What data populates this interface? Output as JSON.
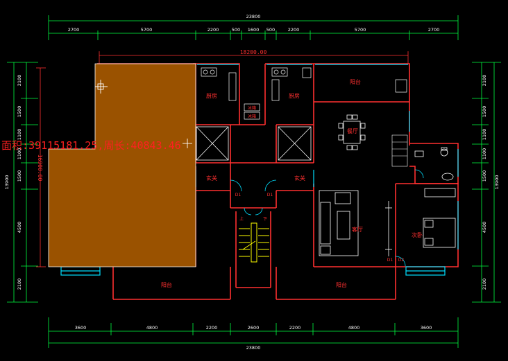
{
  "overlay": {
    "area_readout": "面积:39115181.25,周长:40843.46"
  },
  "dimensions": {
    "top_total": "23800",
    "top_segments": [
      "2700",
      "5700",
      "2200",
      "500",
      "1600",
      "500",
      "2200",
      "5700",
      "2700"
    ],
    "inner_red": "18200.00",
    "vertical_red": "16900.00",
    "bottom_segments": [
      "3600",
      "4800",
      "2200",
      "2600",
      "2200",
      "4800",
      "3600"
    ],
    "bottom_total": "23800",
    "left_segments": [
      "2100",
      "1500",
      "1100",
      "1100",
      "1500",
      "4500",
      "2100"
    ],
    "left_total": "13900",
    "right_segments": [
      "2100",
      "1500",
      "1100",
      "1100",
      "1500",
      "4500",
      "2100"
    ],
    "right_total": "13900"
  },
  "rooms": {
    "kitchen_left": "厨房",
    "kitchen_right": "厨房",
    "balcony_top_right": "阳台",
    "dining": "餐厅",
    "foyer_left": "玄关",
    "foyer_right": "玄关",
    "living": "客厅",
    "second_bedroom": "次卧",
    "balcony_bottom_left": "阳台",
    "balcony_bottom_right": "阳台"
  },
  "marks": {
    "fridge_1": "冰箱",
    "fridge_2": "冰箱",
    "door_d1_left": "D1",
    "door_d1_right": "D1",
    "door_d1_bottom": "D1",
    "door_d2_bottom": "D2",
    "stair_up": "上",
    "stair_down": "下"
  },
  "colors": {
    "background": "#000000",
    "wall": "#ff3030",
    "window": "#00e0ff",
    "dimension_line": "#00ff40",
    "text": "#ffffff",
    "fill_area": "#9a5200",
    "selection": "#ff2020"
  }
}
